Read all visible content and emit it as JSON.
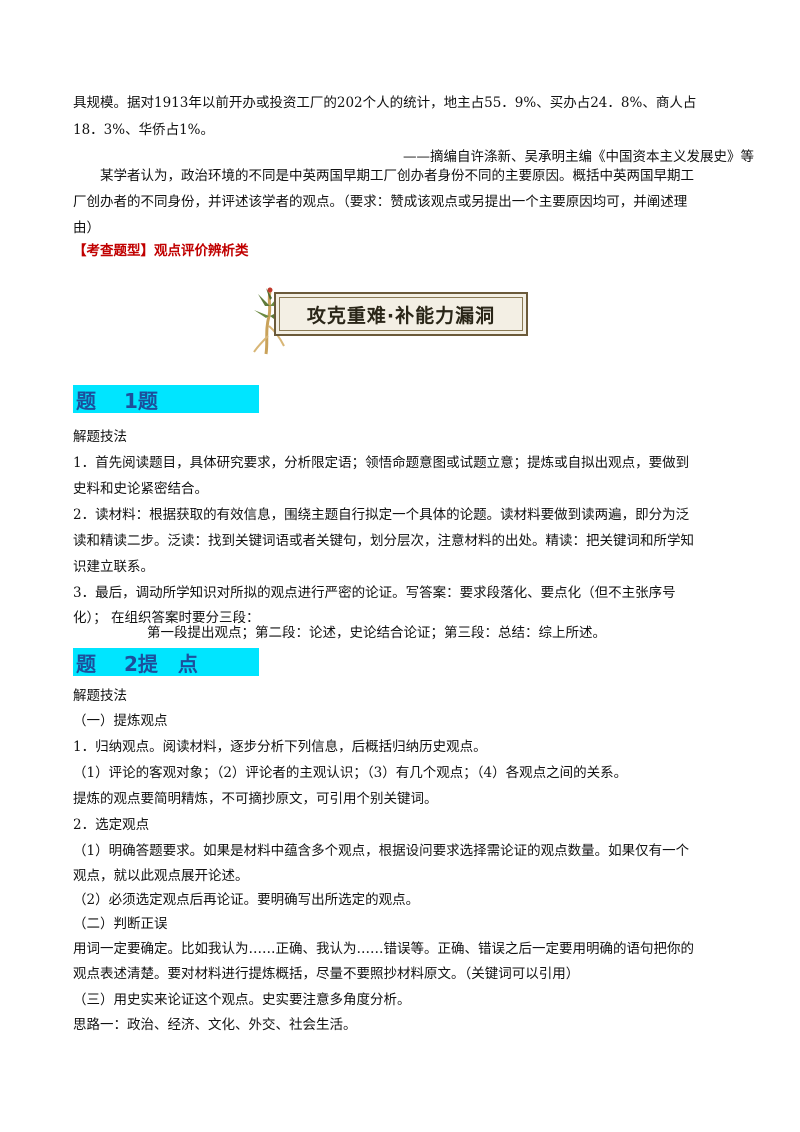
{
  "intro": {
    "line1": "具规模。据对1913年以前开办或投资工厂的202个人的统计，地主占55．9%、买办占24．8%、商人占",
    "line2": "18．3%、华侨占1%。",
    "source": "——摘编自许涤新、吴承明主编《中国资本主义发展史》等"
  },
  "question": {
    "line1": "某学者认为，政治环境的不同是中英两国早期工厂创办者身份不同的主要原因。概括中英两国早期工",
    "line2": "厂创办者的不同身份，并评述该学者的观点。（要求：赞成该观点或另提出一个主要原因均可，并阐述理",
    "line3": "由）"
  },
  "exam_tag": "【考查题型】观点评价辨析类",
  "banner": {
    "text": "攻克重难·补能力漏洞",
    "icon": "ginseng-plant-icon"
  },
  "section1": {
    "heading_a": "题",
    "heading_b": "1题",
    "lines": [
      "解题技法",
      "1．首先阅读题目，具体研究要求，分析限定语；领悟命题意图或试题立意；提炼或自拟出观点，要做到",
      "史料和史论紧密结合。",
      "2．读材料：根据获取的有效信息，围绕主题自行拟定一个具体的论题。读材料要做到读两遍，即分为泛",
      "读和精读二步。泛读：找到关键词语或者关键句，划分层次，注意材料的出处。精读：把关键词和所学知",
      "识建立联系。",
      "3．最后，调动所学知识对所拟的观点进行严密的论证。写答案：要求段落化、要点化（但不主张序号",
      "化）；  在组织答案时要分三段："
    ],
    "last": "第一段提出观点；第二段：论述，史论结合论证；第三段：总结：综上所述。"
  },
  "section2": {
    "heading_a": "题",
    "heading_b": "2提　点",
    "lines": [
      "解题技法",
      "（一）提炼观点",
      "1．归纳观点。阅读材料，逐步分析下列信息，后概括归纳历史观点。",
      "（1）评论的客观对象；（2）评论者的主观认识；（3）有几个观点；（4）各观点之间的关系。",
      "提炼的观点要简明精炼，不可摘抄原文，可引用个别关键词。",
      "2．选定观点",
      "（1）明确答题要求。如果是材料中蕴含多个观点，根据设问要求选择需论证的观点数量。如果仅有一个",
      "观点，就以此观点展开论述。",
      "（2）必须选定观点后再论证。要明确写出所选定的观点。",
      "（二）判断正误",
      "用词一定要确定。比如我认为……正确、我认为……错误等。正确、错误之后一定要用明确的语句把你的",
      "观点表述清楚。要对材料进行提炼概括，尽量不要照抄材料原文。（关键词可以引用）",
      "（三）用史实来论证这个观点。史实要注意多角度分析。",
      "思路一：政治、经济、文化、外交、社会生活。"
    ]
  }
}
